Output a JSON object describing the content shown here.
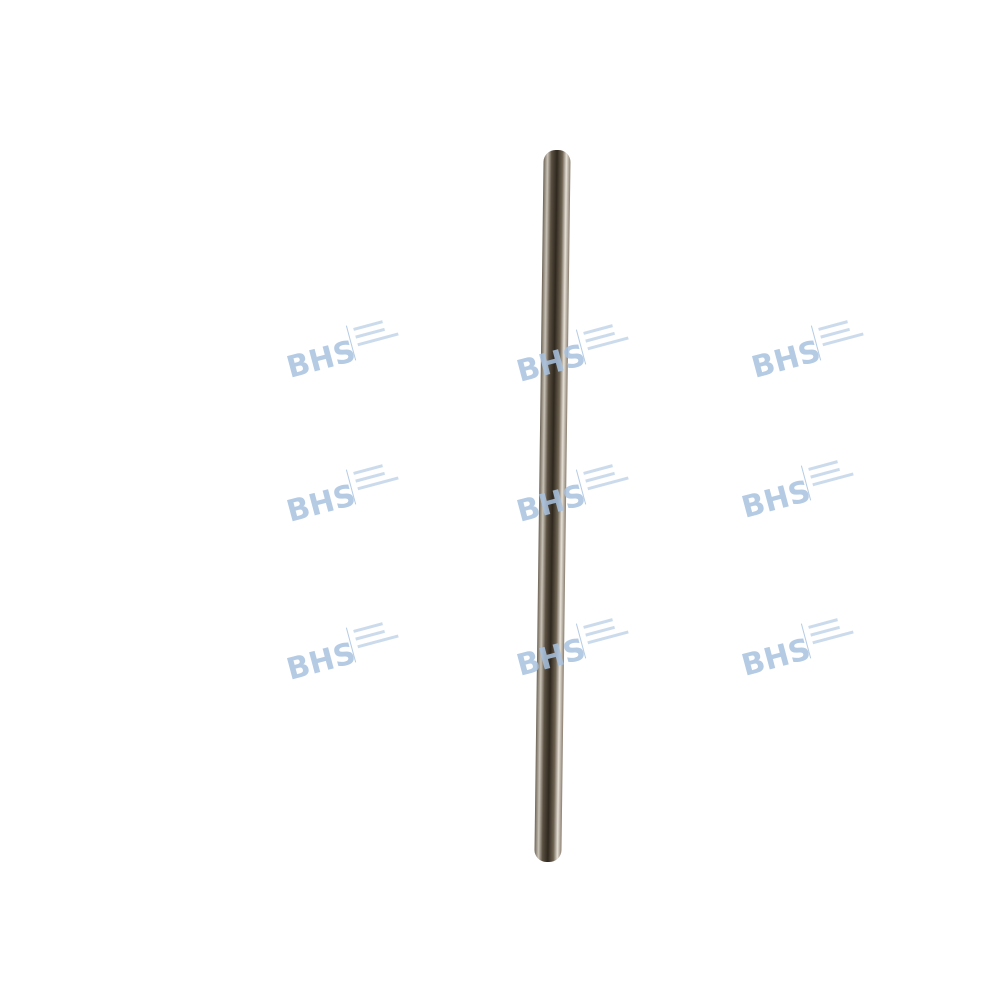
{
  "image": {
    "subject": "metal-rod",
    "background_color": "#ffffff",
    "rod_colors": {
      "dark": "#3a3226",
      "mid": "#8a7f70",
      "highlight": "#e6e0d6"
    }
  },
  "watermark": {
    "logo_text": "BHS",
    "color": "#a9c3e0",
    "count": 9
  }
}
